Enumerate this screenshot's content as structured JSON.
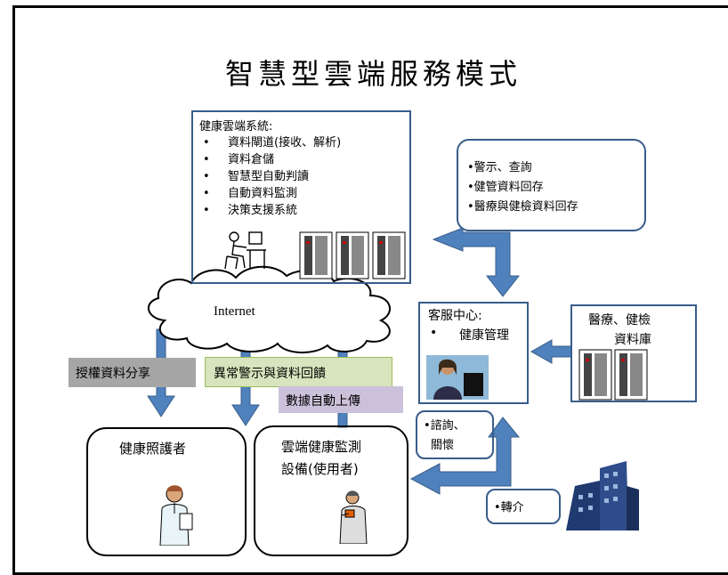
{
  "title": "智慧型雲端服務模式",
  "cloud_system": {
    "heading": "健康雲端系統:",
    "items": [
      "資料閘道(接收、解析)",
      "資料倉儲",
      "智慧型自動判讀",
      "自動資料監測",
      "決策支援系統"
    ]
  },
  "alert_box": {
    "items": [
      "•警示、查詢",
      "•健管資料回存",
      "•醫療與健檢資料回存"
    ]
  },
  "internet_label": "Internet",
  "labels": {
    "auth_share": "授權資料分享",
    "alert_feedback": "異常警示與資料回饋",
    "auto_upload": "數據自動上傳"
  },
  "service_center": {
    "heading": "客服中心:",
    "item": "健康管理"
  },
  "medical_db": {
    "line1": "醫療、健檢",
    "line2": "資料庫"
  },
  "consult_box": {
    "line1": "•諮詢、",
    "line2": "關懷"
  },
  "caregiver": "健康照護者",
  "device": {
    "line1": "雲端健康監測",
    "line2": "設備(使用者)"
  },
  "referral": "•轉介",
  "colors": {
    "arrow": "#4f81bd",
    "box_border": "#385d8a",
    "label_gray": "#a6a6a6",
    "label_green": "#d7e4bd",
    "label_purple": "#ccc1da"
  },
  "icons": [
    "person-at-computer-icon",
    "server-rack-icon",
    "businesswoman-icon",
    "doctor-icon",
    "user-with-device-icon",
    "hospital-building-icon"
  ]
}
